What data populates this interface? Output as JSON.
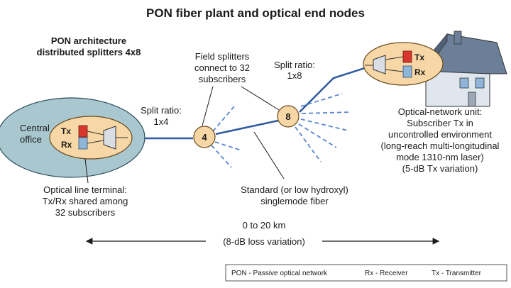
{
  "title": "PON fiber plant and optical end nodes",
  "architecture": {
    "line1": "PON architecture",
    "line2": "distributed splitters 4x8"
  },
  "central_office": {
    "line1": "Central",
    "line2": "office",
    "tx": "Tx",
    "rx": "Rx"
  },
  "olt_caption": {
    "line1": "Optical line terminal:",
    "line2": "Tx/Rx shared among",
    "line3": "32 subscribers"
  },
  "splitter_1x4": {
    "value": "4",
    "label_line1": "Split ratio:",
    "label_line2": "1x4"
  },
  "splitter_1x8": {
    "value": "8",
    "label_line1": "Split ratio:",
    "label_line2": "1x8"
  },
  "field_splitters": {
    "line1": "Field splitters",
    "line2": "connect to 32",
    "line3": "subscribers"
  },
  "fiber_caption": {
    "line1": "Standard (or low hydroxyl)",
    "line2": "singlemode fiber"
  },
  "onu": {
    "tx": "Tx",
    "rx": "Rx",
    "line1": "Optical-network unit:",
    "line2": "Subscriber Tx in",
    "line3": "uncontrolled environment",
    "line4": "(long-reach multi-longitudinal",
    "line5": "mode 1310-nm laser)",
    "line6": "(5-dB Tx variation)"
  },
  "distance": {
    "line1": "0 to 20 km",
    "line2": "(8-dB loss variation)"
  },
  "legend": {
    "pon": "PON - Passive optical network",
    "rx": "Rx - Receiver",
    "tx": "Tx - Transmitter"
  },
  "colors": {
    "fiber": "#2f5aa0",
    "dashed_fiber": "#5a86cc",
    "co_fill": "#a9c7cf",
    "node_fill": "#f7d7a5",
    "tx_red": "#d9372b",
    "rx_blue": "#8fb6d9",
    "house_roof": "#6b7f98",
    "house_wall": "#dfe6ee"
  }
}
